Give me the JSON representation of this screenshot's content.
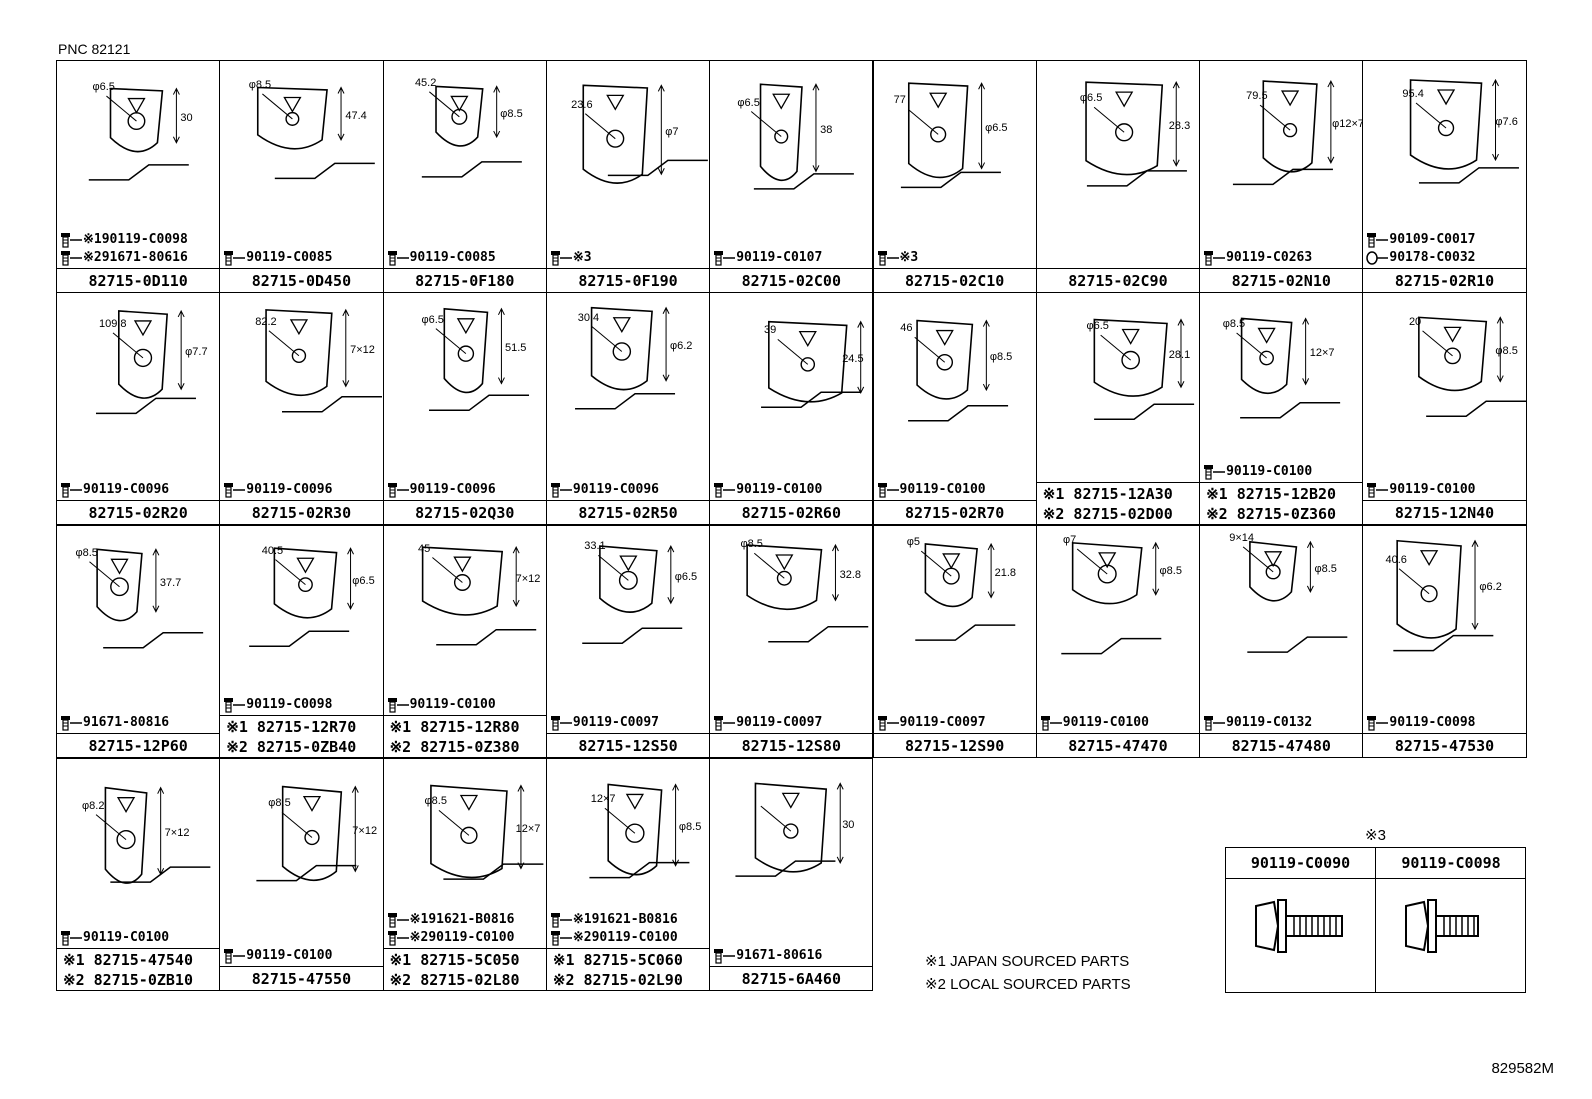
{
  "pnc": "PNC 82121",
  "drawing_code": "829582M",
  "cells": [
    {
      "id": "0D110",
      "pos": [
        0,
        0
      ],
      "label_lines": [
        "82715-0D110"
      ],
      "dims": [
        "30",
        "φ6.5"
      ],
      "fasteners": [
        {
          "icon": "bolt-icon",
          "text": "※190119-C0098"
        },
        {
          "icon": "bolt-icon",
          "text": "※291671-80616"
        }
      ]
    },
    {
      "id": "0D450",
      "pos": [
        1,
        0
      ],
      "label_lines": [
        "82715-0D450"
      ],
      "dims": [
        "47.4",
        "φ8.5"
      ],
      "fasteners": [
        {
          "icon": "bolt-icon",
          "text": "90119-C0085"
        }
      ]
    },
    {
      "id": "0F180",
      "pos": [
        2,
        0
      ],
      "label_lines": [
        "82715-0F180"
      ],
      "dims": [
        "φ8.5",
        "45.2"
      ],
      "fasteners": [
        {
          "icon": "bolt-icon",
          "text": "90119-C0085"
        }
      ]
    },
    {
      "id": "0F190",
      "pos": [
        3,
        0
      ],
      "label_lines": [
        "82715-0F190"
      ],
      "dims": [
        "φ7",
        "23.6"
      ],
      "fasteners": [
        {
          "icon": "bolt-icon",
          "text": "※3"
        }
      ]
    },
    {
      "id": "02C00",
      "pos": [
        4,
        0
      ],
      "label_lines": [
        "82715-02C00"
      ],
      "dims": [
        "38",
        "φ6.5"
      ],
      "fasteners": [
        {
          "icon": "bolt-icon",
          "text": "90119-C0107"
        }
      ]
    },
    {
      "id": "02C10",
      "pos": [
        5,
        0
      ],
      "label_lines": [
        "82715-02C10"
      ],
      "dims": [
        "φ6.5",
        "77"
      ],
      "fasteners": [
        {
          "icon": "bolt-icon",
          "text": "※3"
        }
      ]
    },
    {
      "id": "02C90",
      "pos": [
        6,
        0
      ],
      "label_lines": [
        "82715-02C90"
      ],
      "dims": [
        "28.3",
        "φ6.5"
      ],
      "fasteners": []
    },
    {
      "id": "02N10",
      "pos": [
        7,
        0
      ],
      "label_lines": [
        "82715-02N10"
      ],
      "dims": [
        "φ12×7",
        "79.5"
      ],
      "fasteners": [
        {
          "icon": "bolt-icon",
          "text": "90119-C0263"
        }
      ]
    },
    {
      "id": "02R10",
      "pos": [
        8,
        0
      ],
      "label_lines": [
        "82715-02R10"
      ],
      "dims": [
        "φ7.6",
        "95.4"
      ],
      "fasteners": [
        {
          "icon": "bolt-icon",
          "text": "90109-C0017"
        },
        {
          "icon": "washer-icon",
          "text": "90178-C0032"
        }
      ]
    },
    {
      "id": "02R20",
      "pos": [
        0,
        1
      ],
      "label_lines": [
        "82715-02R20"
      ],
      "dims": [
        "φ7.7",
        "109.8"
      ],
      "fasteners": [
        {
          "icon": "bolt-icon",
          "text": "90119-C0096"
        }
      ]
    },
    {
      "id": "02R30",
      "pos": [
        1,
        1
      ],
      "label_lines": [
        "82715-02R30"
      ],
      "dims": [
        "7×12",
        "82.2"
      ],
      "fasteners": [
        {
          "icon": "bolt-icon",
          "text": "90119-C0096"
        }
      ]
    },
    {
      "id": "02Q30",
      "pos": [
        2,
        1
      ],
      "label_lines": [
        "82715-02Q30"
      ],
      "dims": [
        "51.5",
        "φ6.5"
      ],
      "fasteners": [
        {
          "icon": "bolt-icon",
          "text": "90119-C0096"
        }
      ]
    },
    {
      "id": "02R50",
      "pos": [
        3,
        1
      ],
      "label_lines": [
        "82715-02R50"
      ],
      "dims": [
        "φ6.2",
        "30.4"
      ],
      "fasteners": [
        {
          "icon": "bolt-icon",
          "text": "90119-C0096"
        }
      ]
    },
    {
      "id": "02R60",
      "pos": [
        4,
        1
      ],
      "label_lines": [
        "82715-02R60"
      ],
      "dims": [
        "24.5",
        "39"
      ],
      "fasteners": [
        {
          "icon": "bolt-icon",
          "text": "90119-C0100"
        }
      ]
    },
    {
      "id": "02R70",
      "pos": [
        5,
        1
      ],
      "label_lines": [
        "82715-02R70"
      ],
      "dims": [
        "φ8.5",
        "46"
      ],
      "fasteners": [
        {
          "icon": "bolt-icon",
          "text": "90119-C0100"
        }
      ]
    },
    {
      "id": "12A30",
      "pos": [
        6,
        1
      ],
      "label_lines": [
        "※1 82715-12A30",
        "※2 82715-02D00"
      ],
      "dims": [
        "28.1",
        "φ6.5"
      ],
      "fasteners": []
    },
    {
      "id": "12B20",
      "pos": [
        7,
        1
      ],
      "label_lines": [
        "※1 82715-12B20",
        "※2 82715-0Z360"
      ],
      "dims": [
        "12×7",
        "φ8.5"
      ],
      "fasteners": [
        {
          "icon": "bolt-icon",
          "text": "90119-C0100"
        }
      ]
    },
    {
      "id": "12N40",
      "pos": [
        8,
        1
      ],
      "label_lines": [
        "82715-12N40"
      ],
      "dims": [
        "φ8.5",
        "20"
      ],
      "fasteners": [
        {
          "icon": "bolt-icon",
          "text": "90119-C0100"
        }
      ]
    },
    {
      "id": "12P60",
      "pos": [
        0,
        2
      ],
      "label_lines": [
        "82715-12P60"
      ],
      "dims": [
        "37.7",
        "φ8.5"
      ],
      "fasteners": [
        {
          "icon": "bolt-icon",
          "text": "91671-80816"
        }
      ]
    },
    {
      "id": "12R70",
      "pos": [
        1,
        2
      ],
      "label_lines": [
        "※1 82715-12R70",
        "※2 82715-0ZB40"
      ],
      "dims": [
        "φ6.5",
        "40.5"
      ],
      "fasteners": [
        {
          "icon": "bolt-icon",
          "text": "90119-C0098"
        }
      ]
    },
    {
      "id": "12R80",
      "pos": [
        2,
        2
      ],
      "label_lines": [
        "※1 82715-12R80",
        "※2 82715-0Z380"
      ],
      "dims": [
        "7×12",
        "45"
      ],
      "fasteners": [
        {
          "icon": "bolt-icon",
          "text": "90119-C0100"
        }
      ]
    },
    {
      "id": "12S50",
      "pos": [
        3,
        2
      ],
      "label_lines": [
        "82715-12S50"
      ],
      "dims": [
        "φ6.5",
        "33.1"
      ],
      "fasteners": [
        {
          "icon": "bolt-icon",
          "text": "90119-C0097"
        }
      ]
    },
    {
      "id": "12S80",
      "pos": [
        4,
        2
      ],
      "label_lines": [
        "82715-12S80"
      ],
      "dims": [
        "32.8",
        "φ8.5"
      ],
      "fasteners": [
        {
          "icon": "bolt-icon",
          "text": "90119-C0097"
        }
      ]
    },
    {
      "id": "12S90",
      "pos": [
        5,
        2
      ],
      "label_lines": [
        "82715-12S90"
      ],
      "dims": [
        "21.8",
        "φ5"
      ],
      "fasteners": [
        {
          "icon": "bolt-icon",
          "text": "90119-C0097"
        }
      ]
    },
    {
      "id": "47470",
      "pos": [
        6,
        2
      ],
      "label_lines": [
        "82715-47470"
      ],
      "dims": [
        "φ8.5",
        "φ7"
      ],
      "fasteners": [
        {
          "icon": "bolt-icon",
          "text": "90119-C0100"
        }
      ]
    },
    {
      "id": "47480",
      "pos": [
        7,
        2
      ],
      "label_lines": [
        "82715-47480"
      ],
      "dims": [
        "φ8.5",
        "9×14"
      ],
      "fasteners": [
        {
          "icon": "bolt-icon",
          "text": "90119-C0132"
        }
      ]
    },
    {
      "id": "47530",
      "pos": [
        8,
        2
      ],
      "label_lines": [
        "82715-47530"
      ],
      "dims": [
        "φ6.2",
        "40.6"
      ],
      "fasteners": [
        {
          "icon": "bolt-icon",
          "text": "90119-C0098"
        }
      ]
    },
    {
      "id": "47540",
      "pos": [
        0,
        3
      ],
      "label_lines": [
        "※1 82715-47540",
        "※2 82715-0ZB10"
      ],
      "dims": [
        "7×12",
        "φ8.2"
      ],
      "fasteners": [
        {
          "icon": "bolt-icon",
          "text": "90119-C0100"
        }
      ]
    },
    {
      "id": "47550",
      "pos": [
        1,
        3
      ],
      "label_lines": [
        "82715-47550"
      ],
      "dims": [
        "7×12",
        "φ8.5"
      ],
      "fasteners": [
        {
          "icon": "bolt-icon",
          "text": "90119-C0100"
        }
      ]
    },
    {
      "id": "5C050",
      "pos": [
        2,
        3
      ],
      "label_lines": [
        "※1 82715-5C050",
        "※2 82715-02L80"
      ],
      "dims": [
        "12×7",
        "φ8.5"
      ],
      "fasteners": [
        {
          "icon": "bolt-icon",
          "text": "※191621-B0816"
        },
        {
          "icon": "bolt-icon",
          "text": "※290119-C0100"
        }
      ]
    },
    {
      "id": "5C060",
      "pos": [
        3,
        3
      ],
      "label_lines": [
        "※1 82715-5C060",
        "※2 82715-02L90"
      ],
      "dims": [
        "φ8.5",
        "12×7"
      ],
      "fasteners": [
        {
          "icon": "bolt-icon",
          "text": "※191621-B0816"
        },
        {
          "icon": "bolt-icon",
          "text": "※290119-C0100"
        }
      ]
    },
    {
      "id": "6A460",
      "pos": [
        4,
        3
      ],
      "label_lines": [
        "82715-6A460"
      ],
      "dims": [
        "30"
      ],
      "fasteners": [
        {
          "icon": "bolt-icon",
          "text": "91671-80616"
        }
      ]
    }
  ],
  "legend": [
    "※1 JAPAN SOURCED PARTS",
    "※2 LOCAL SOURCED PARTS"
  ],
  "bolt_table": {
    "title": "※3",
    "columns": [
      {
        "part": "90119-C0090",
        "icon": "long-bolt-icon"
      },
      {
        "part": "90119-C0098",
        "icon": "short-bolt-icon"
      }
    ]
  }
}
